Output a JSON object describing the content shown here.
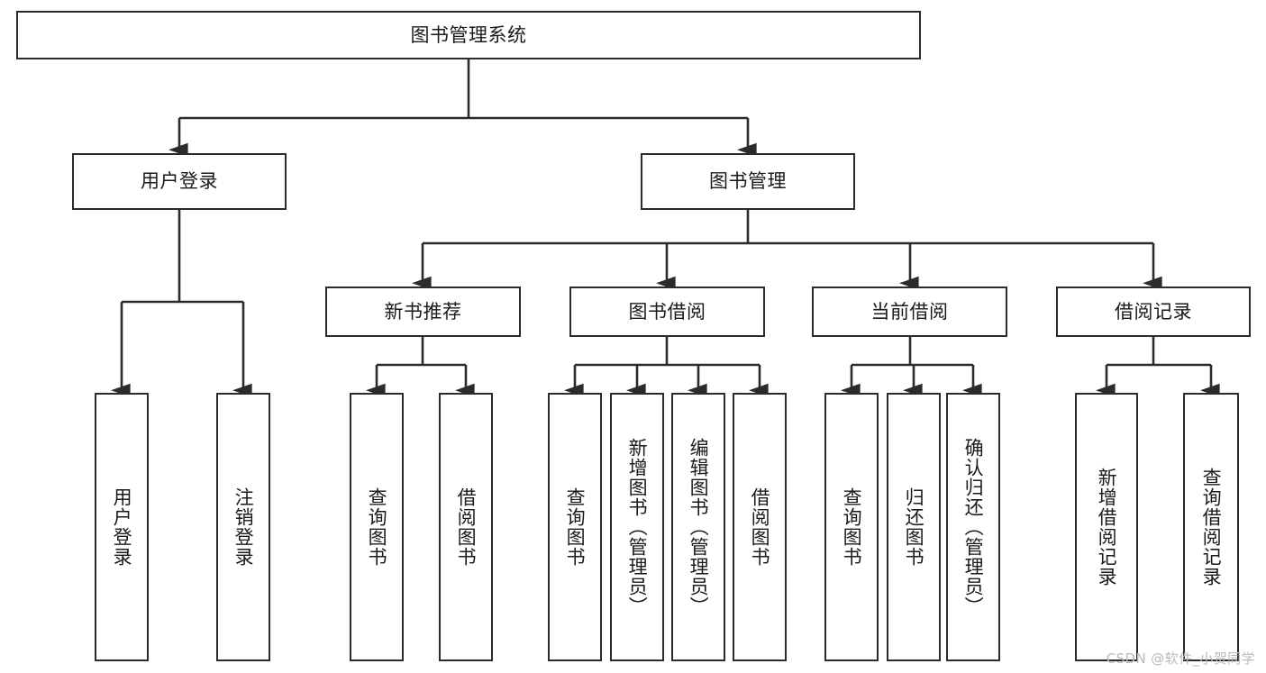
{
  "diagram": {
    "title": "图书管理系统",
    "type": "tree-hierarchy-chart",
    "watermark": "CSDN @软件_小贺同学",
    "line_color": "#2b2b2b",
    "box_fill": "#ffffff",
    "text_color": "#1a1a1a",
    "watermark_color": "#b9b9b9",
    "nodes": {
      "root": {
        "label": "图书管理系统"
      },
      "level2": [
        {
          "label": "用户登录"
        },
        {
          "label": "图书管理"
        }
      ],
      "level3": [
        {
          "label": "新书推荐"
        },
        {
          "label": "图书借阅"
        },
        {
          "label": "当前借阅"
        },
        {
          "label": "借阅记录"
        }
      ],
      "leaves": {
        "user_login": [
          {
            "label": "用户登录"
          },
          {
            "label": "注销登录"
          }
        ],
        "new_book_recommend": [
          {
            "label": "查询图书"
          },
          {
            "label": "借阅图书"
          }
        ],
        "book_borrow": [
          {
            "label": "查询图书"
          },
          {
            "label": "新增图书（管理员）"
          },
          {
            "label": "编辑图书（管理员）"
          },
          {
            "label": "借阅图书"
          }
        ],
        "current_borrow": [
          {
            "label": "查询图书"
          },
          {
            "label": "归还图书"
          },
          {
            "label": "确认归还（管理员）"
          }
        ],
        "borrow_record": [
          {
            "label": "新增借阅记录"
          },
          {
            "label": "查询借阅记录"
          }
        ]
      }
    }
  }
}
